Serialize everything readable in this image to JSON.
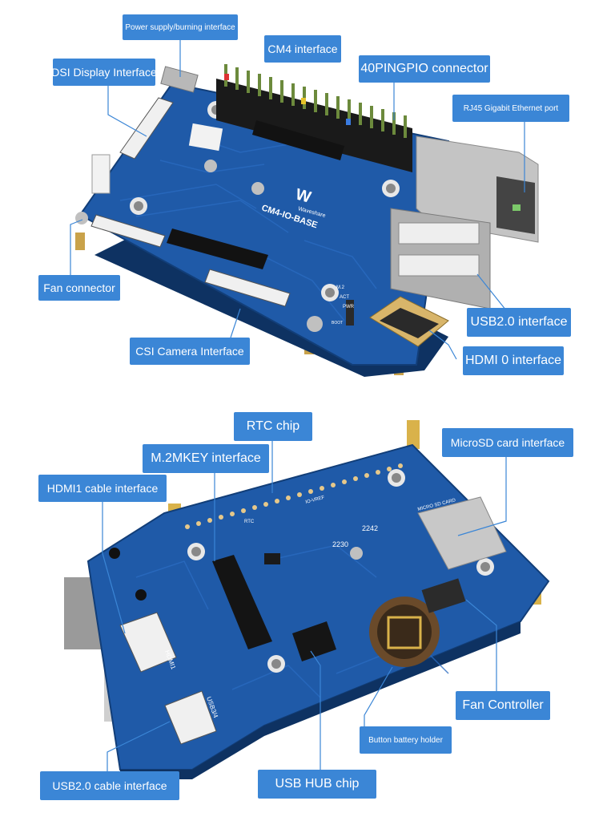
{
  "colors": {
    "label_bg": "#3b86d6",
    "label_text": "#ffffff",
    "pcb": "#1f5aa8",
    "pcb_dark": "#164784",
    "leader_line": "#3b86d6"
  },
  "top_board": {
    "silkscreen": {
      "logo": "W",
      "brand": "Waveshare",
      "model": "CM4-IO-BASE",
      "leds": [
        "M.2",
        "ACT",
        "PWR"
      ],
      "switch": "BOOT"
    },
    "labels": {
      "power_supply": "Power supply/burning interface",
      "cm4": "CM4 interface",
      "dsi": "DSI Display Interface",
      "gpio": "40PINGPIO connector",
      "rj45": "RJ45 Gigabit Ethernet port",
      "fan_connector": "Fan connector",
      "usb2": "USB2.0 interface",
      "csi": "CSI Camera Interface",
      "hdmi0": "HDMI 0 interface"
    }
  },
  "bottom_board": {
    "silkscreen": {
      "m2": "2242",
      "m2b": "2230",
      "microsd": "MICRO SD CARD",
      "hdmi": "HDMI1",
      "usb": "USB3/4",
      "rtc": "RTC",
      "iovref": "IO-VREF"
    },
    "labels": {
      "rtc": "RTC chip",
      "m2": "M.2MKEY interface",
      "microsd": "MicroSD card interface",
      "hdmi1": "HDMI1 cable interface",
      "fan_controller": "Fan Controller",
      "battery": "Button battery holder",
      "usb_cable": "USB2.0 cable interface",
      "usb_hub": "USB HUB chip"
    }
  }
}
